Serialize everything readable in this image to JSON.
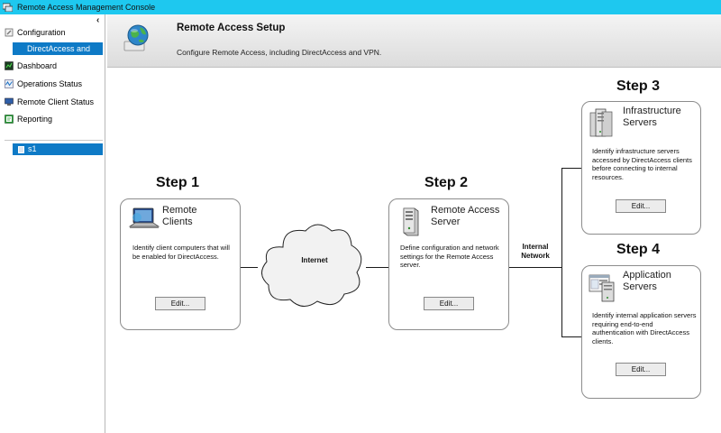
{
  "window": {
    "title": "Remote Access Management Console"
  },
  "sidebar": {
    "collapse_glyph": "‹",
    "items": [
      {
        "label": "Configuration",
        "icon": "configuration-icon"
      },
      {
        "label": "DirectAccess and VPN",
        "icon": ""
      },
      {
        "label": "Dashboard",
        "icon": "dashboard-icon"
      },
      {
        "label": "Operations Status",
        "icon": "operations-status-icon"
      },
      {
        "label": "Remote Client Status",
        "icon": "remote-client-status-icon"
      },
      {
        "label": "Reporting",
        "icon": "reporting-icon"
      }
    ],
    "server": {
      "label": "s1",
      "icon": "server-icon"
    }
  },
  "header": {
    "title": "Remote Access Setup",
    "subtitle": "Configure Remote Access, including DirectAccess and VPN.",
    "icon": "globe-icon"
  },
  "diagram": {
    "step1": {
      "label": "Step 1",
      "title": "Remote\nClients",
      "desc": "Identify client computers that will be enabled for DirectAccess.",
      "button": "Edit...",
      "icon": "laptop-icon"
    },
    "internet_label": "Internet",
    "step2": {
      "label": "Step 2",
      "title": "Remote Access\nServer",
      "desc": "Define configuration and network settings for the Remote Access server.",
      "button": "Edit...",
      "icon": "server-tower-icon"
    },
    "internal_network_label": "Internal\nNetwork",
    "step3": {
      "label": "Step 3",
      "title": "Infrastructure\nServers",
      "desc": "Identify infrastructure servers accessed by DirectAccess clients before connecting to internal resources.",
      "button": "Edit...",
      "icon": "server-rack-icon"
    },
    "step4": {
      "label": "Step 4",
      "title": "Application\nServers",
      "desc": "Identify internal application servers requiring end-to-end authentication with DirectAccess clients.",
      "button": "Edit...",
      "icon": "application-server-icon"
    }
  },
  "colors": {
    "titlebar": "#1ec8ef",
    "selection": "#0e7ac6"
  }
}
